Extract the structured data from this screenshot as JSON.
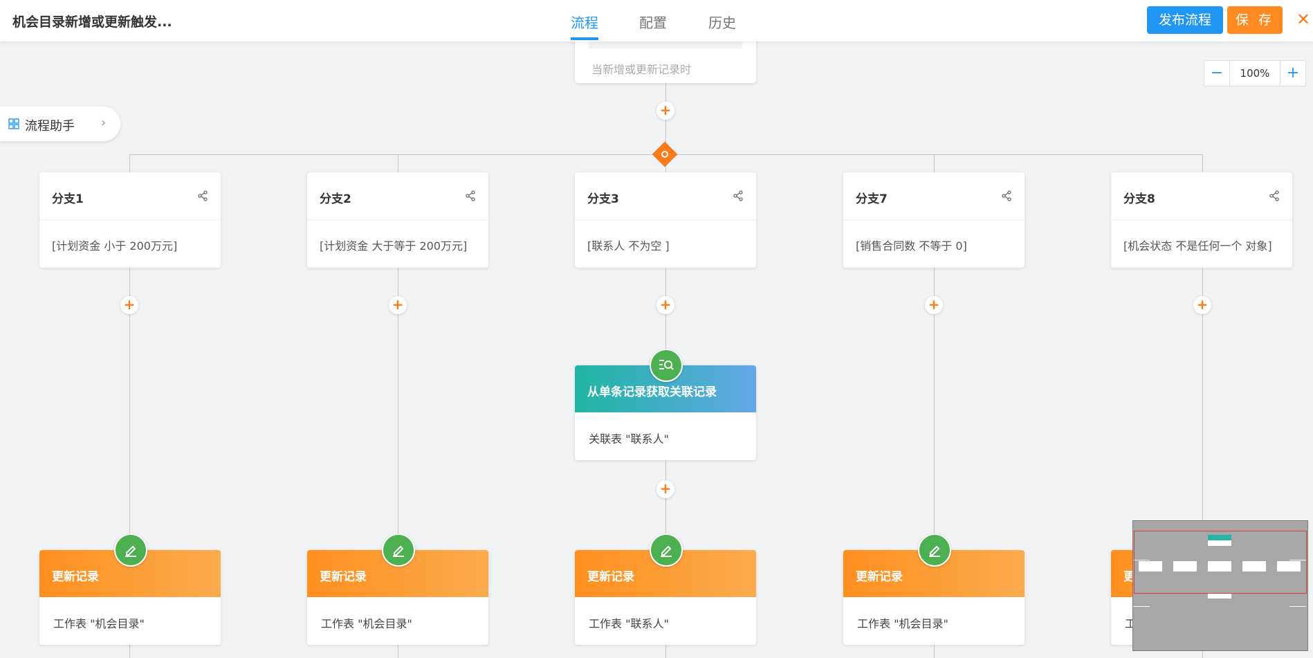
{
  "header": {
    "title": "机会目录新增或更新触发...",
    "tabs": [
      {
        "label": "流程",
        "active": true
      },
      {
        "label": "配置",
        "active": false
      },
      {
        "label": "历史",
        "active": false
      }
    ],
    "publish_label": "发布流程",
    "save_label": "保 存",
    "close_label": "✕"
  },
  "zoom": {
    "minus": "−",
    "value": "100%",
    "plus": "+"
  },
  "helper": {
    "label": "流程助手",
    "chevron": "›",
    "icon": "grid-icon"
  },
  "trigger": {
    "text": "当新增或更新记录时"
  },
  "plus_symbol": "+",
  "branches": [
    {
      "name": "分支1",
      "condition": "[计划资金 小于 200万元]"
    },
    {
      "name": "分支2",
      "condition": "[计划资金 大于等于 200万元]"
    },
    {
      "name": "分支3",
      "condition": "[联系人 不为空 ]"
    },
    {
      "name": "分支7",
      "condition": "[销售合同数 不等于 0]"
    },
    {
      "name": "分支8",
      "condition": "[机会状态 不是任何一个 对象]"
    }
  ],
  "lookup_node": {
    "title": "从单条记录获取关联记录",
    "body": "关联表 \"联系人\"",
    "icon": "search-list-icon"
  },
  "update_nodes": [
    {
      "title": "更新记录",
      "body": "工作表 \"机会目录\"",
      "icon": "edit-icon"
    },
    {
      "title": "更新记录",
      "body": "工作表 \"机会目录\"",
      "icon": "edit-icon"
    },
    {
      "title": "更新记录",
      "body": "工作表 \"联系人\"",
      "icon": "edit-icon"
    },
    {
      "title": "更新记录",
      "body": "工作表 \"机会目录\"",
      "icon": "edit-icon"
    },
    {
      "title": "更新记录",
      "body": "工",
      "icon": "edit-icon"
    }
  ],
  "colors": {
    "accent": "#2196f3",
    "orange": "#ff7a1a",
    "node_green": "#4caf50"
  }
}
